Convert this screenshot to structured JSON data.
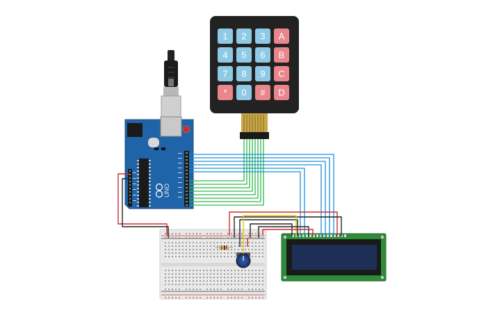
{
  "keypad": {
    "rows": [
      [
        "1",
        "2",
        "3",
        "A"
      ],
      [
        "4",
        "5",
        "6",
        "B"
      ],
      [
        "7",
        "8",
        "9",
        "C"
      ],
      [
        "*",
        "0",
        "#",
        "D"
      ]
    ],
    "digit_color": "#8ecae6",
    "letter_color": "#e9868c",
    "body_color": "#222222"
  },
  "arduino": {
    "logo_text": "UNO",
    "board_color": "#1f63a8"
  },
  "lcd": {
    "board_color": "#2e8b3a",
    "screen_color": "#1e2f55"
  },
  "wire_colors": {
    "keypad": "#2db84a",
    "lcd_data": "#1a8fd6",
    "power": "#d62828",
    "ground": "#222222",
    "signal": "#e6c800"
  }
}
